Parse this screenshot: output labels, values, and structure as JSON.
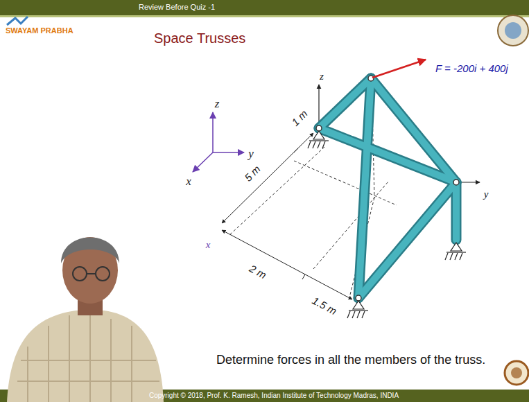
{
  "diagram": {
    "title": "Space Trusses",
    "labels": [
      "Review Before Quiz -1",
      "SWAYAM PRABHA",
      "z",
      "y",
      "x",
      "z",
      "1 m",
      "5 m",
      "F = -200i + 400j",
      "y",
      "x",
      "2 m",
      "1.5 m",
      "Determine forces in all the members of the truss.",
      "Copyright © 2018, Prof. K. Ramesh, Indian Institute of Technology Madras, INDIA"
    ]
  }
}
